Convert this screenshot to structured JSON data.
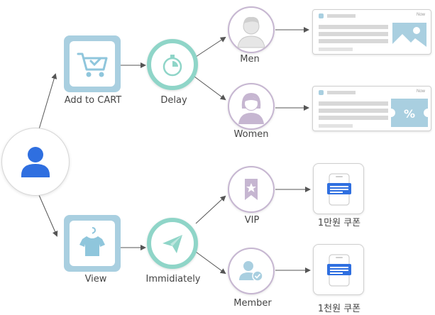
{
  "nodes": {
    "add_to_cart": "Add to CART",
    "delay": "Delay",
    "men": "Men",
    "women": "Women",
    "view": "View",
    "immediately": "Immidiately",
    "vip": "VIP",
    "member": "Member"
  },
  "cards": {
    "men_card_timestamp": "Now",
    "women_card_timestamp": "Now"
  },
  "coupons": {
    "vip_coupon": "1만원 쿠폰",
    "member_coupon": "1천원 쿠폰"
  },
  "colors": {
    "square_node": "#a9cfe0",
    "teal_ring": "#8fd5c8",
    "purple_ring": "#c6b6d1",
    "brand_blue": "#2f6fe0",
    "arrow": "#555555"
  }
}
